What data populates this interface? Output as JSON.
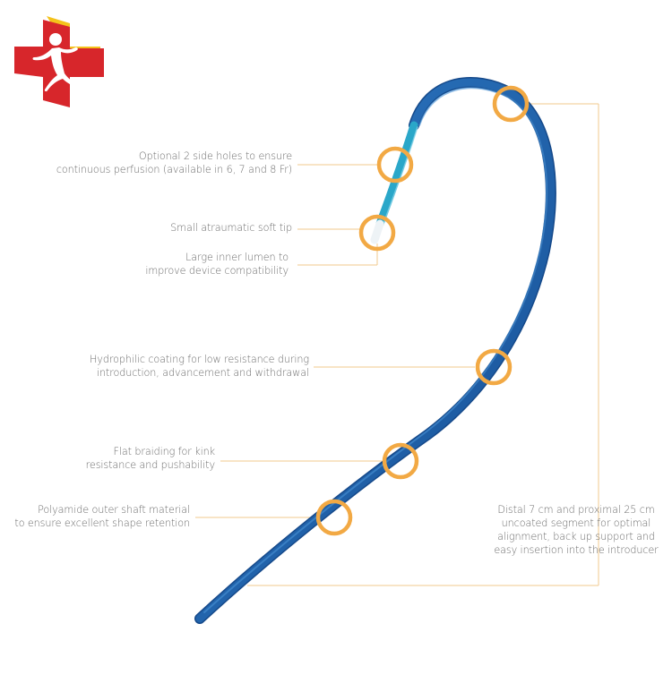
{
  "logo": {
    "name": "medical-cross-logo",
    "colors": {
      "cross": "#d7262b",
      "accent": "#f4c21a",
      "figure": "#ffffff"
    }
  },
  "catheter": {
    "colors": {
      "shaft": "#1c60ad",
      "shaft_highlight": "#3a86cf",
      "coated_tip": "#2aa7c9",
      "tip": "#eef3f6",
      "marker_ring": "#f2a944",
      "leader_line": "#f0c98d"
    }
  },
  "labels": {
    "side_holes": [
      "Optional 2 side holes to ensure",
      "continuous perfusion (available in 6, 7 and  8 Fr)"
    ],
    "soft_tip": [
      "Small atraumatic soft tip"
    ],
    "inner_lumen": [
      "Large inner lumen to",
      "improve device compatibility"
    ],
    "hydrophilic": [
      "Hydrophilic coating for low resistance during",
      "introduction, advancement and withdrawal"
    ],
    "braiding": [
      "Flat braiding for kink",
      "resistance and pushability"
    ],
    "polyamide": [
      "Polyamide outer shaft material",
      "to ensure excellent shape retention"
    ],
    "uncoated": [
      "Distal 7 cm and proximal 25 cm",
      "uncoated segment for optimal",
      "alignment, back up support and",
      "easy insertion into the introducer"
    ]
  }
}
